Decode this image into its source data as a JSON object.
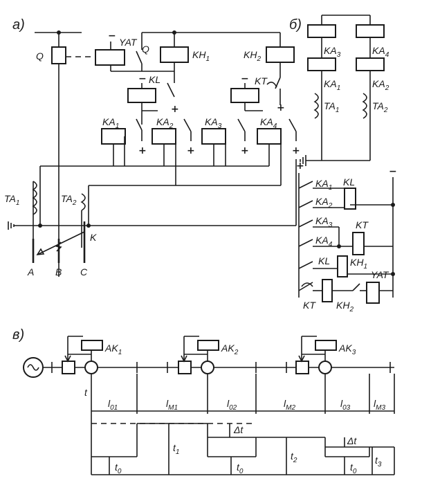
{
  "sections": {
    "a": "а)",
    "b": "б)",
    "v": "в)"
  },
  "labels_a": {
    "Q": "Q",
    "YAT": "YAT",
    "Q2": "Q",
    "KH1": "KH",
    "KH1s": "1",
    "KH2": "KH",
    "KH2s": "2",
    "KL": "KL",
    "KT": "KT",
    "KA1": "KA",
    "KA1s": "1",
    "KA2": "KA",
    "KA2s": "2",
    "KA3": "KA",
    "KA3s": "3",
    "KA4": "KA",
    "KA4s": "4",
    "TA1": "TA",
    "TA1s": "1",
    "TA2": "TA",
    "TA2s": "2",
    "A": "A",
    "B": "B",
    "C": "C",
    "K": "K"
  },
  "labels_b": {
    "KA3": "KA",
    "KA3s": "3",
    "KA4": "KA",
    "KA4s": "4",
    "KA1": "KA",
    "KA1s": "1",
    "KA2": "KA",
    "KA2s": "2",
    "TA1": "TA",
    "TA1s": "1",
    "TA2": "TA",
    "TA2s": "2",
    "c_KA1": "KA",
    "c_KA1s": "1",
    "c_KL": "KL",
    "c_KA2": "KA",
    "c_KA2s": "2",
    "c_KA3": "KA",
    "c_KA3s": "3",
    "c_KT": "KT",
    "c_KA4": "KA",
    "c_KA4s": "4",
    "c_KL2": "KL",
    "c_KH1": "KH",
    "c_KH1s": "1",
    "c_YAT": "YAT",
    "c_KT2": "KT",
    "c_KH2": "KH",
    "c_KH2s": "2"
  },
  "labels_v": {
    "AK1": "AK",
    "AK1s": "1",
    "AK2": "AK",
    "AK2s": "2",
    "AK3": "AK",
    "AK3s": "3",
    "t": "t",
    "l01": "l",
    "l01s": "01",
    "lM1": "l",
    "lM1s": "M1",
    "l02": "l",
    "l02s": "02",
    "lM2": "l",
    "lM2s": "M2",
    "l03": "l",
    "l03s": "03",
    "lM3": "l",
    "lM3s": "M3",
    "dt1": "Δt",
    "dt2": "Δt",
    "t1": "t",
    "t1s": "1",
    "t2": "t",
    "t2s": "2",
    "t3": "t",
    "t3s": "3",
    "t0a": "t",
    "t0as": "0",
    "t0b": "t",
    "t0bs": "0",
    "t0c": "t",
    "t0cs": "0"
  },
  "signs": {
    "plus": "+",
    "minus": "−"
  }
}
